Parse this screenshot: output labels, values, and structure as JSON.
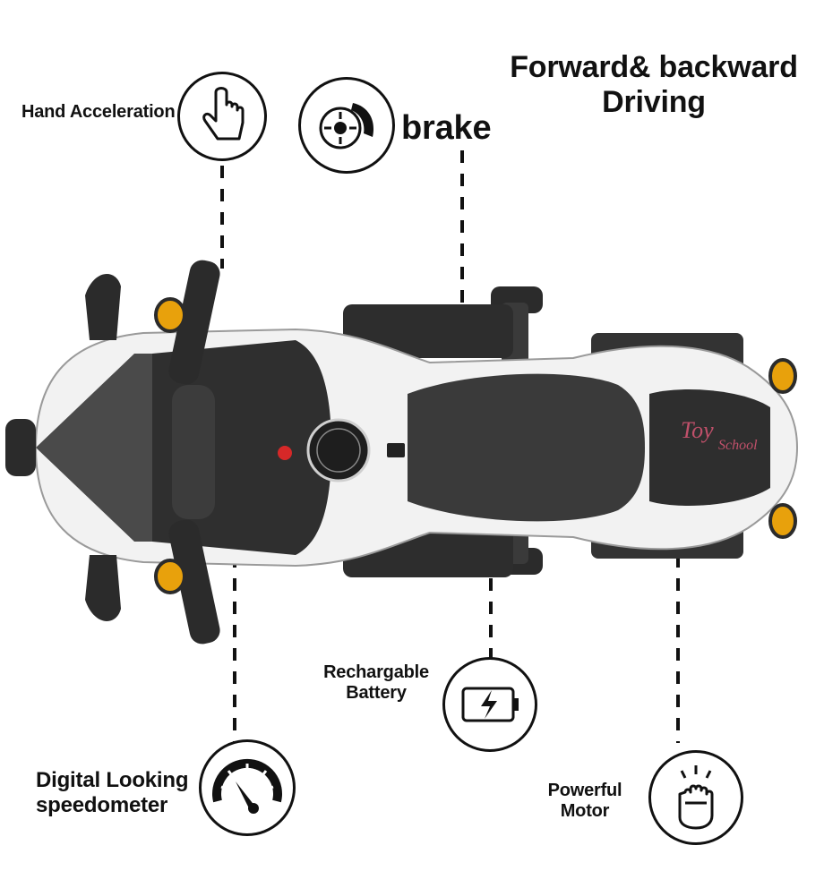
{
  "headline": {
    "line1": "Forward& backward",
    "line2": "Driving"
  },
  "features": {
    "hand_acceleration": "Hand Acceleration",
    "brake": "brake",
    "battery_line1": "Rechargable",
    "battery_line2": "Battery",
    "speedometer_line1": "Digital Looking",
    "speedometer_line2": "speedometer",
    "motor_line1": "Powerful",
    "motor_line2": "Motor"
  },
  "brand": {
    "logo_line1": "Toy",
    "logo_line2": "School"
  },
  "colors": {
    "body_white": "#f2f2f2",
    "dark": "#2b2b2b",
    "seat": "#3a3a3a",
    "indicator": "#e8a10c",
    "logo_pink": "#c0506a",
    "ink": "#111111"
  },
  "icons": [
    "hand-pointer-icon",
    "brake-disc-icon",
    "battery-charging-icon",
    "speedometer-icon",
    "fist-icon"
  ]
}
